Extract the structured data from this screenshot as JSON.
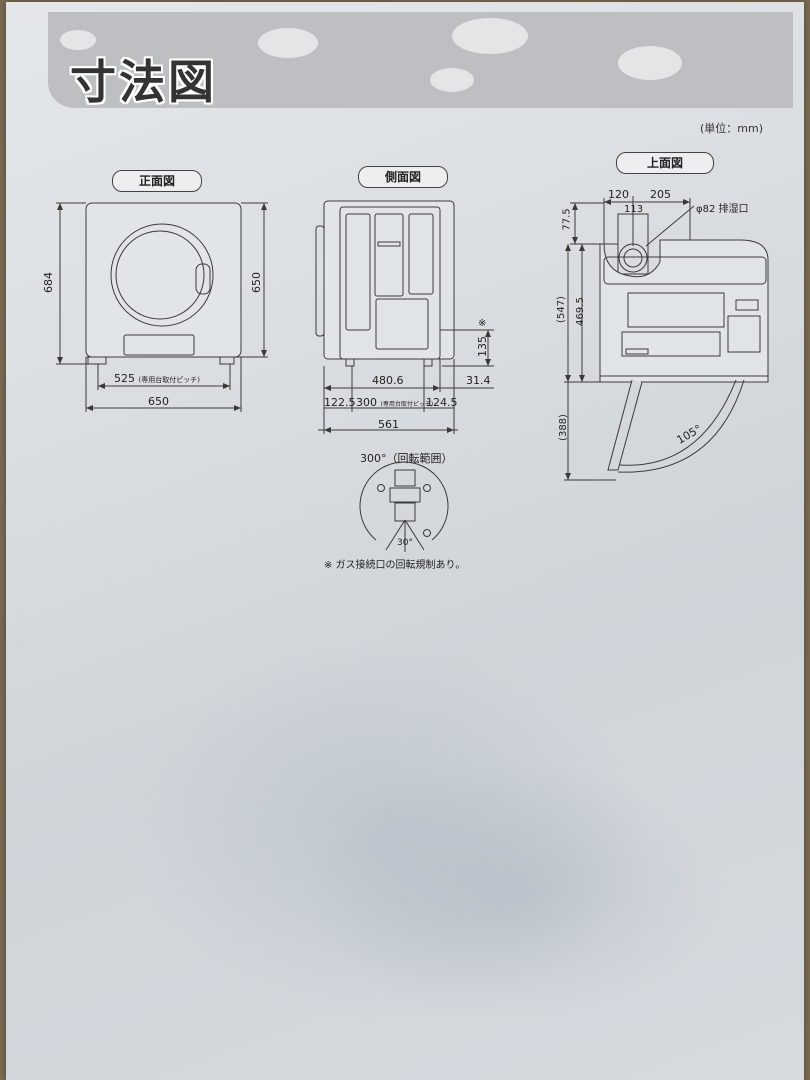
{
  "header": {
    "title": "寸法図",
    "unit_note": "(単位：mm)"
  },
  "views": {
    "front": {
      "label": "正面図",
      "dim_height_total": "684",
      "dim_height_body": "650",
      "dim_pitch": "525",
      "dim_pitch_note": "(専用台取付ピッチ)",
      "dim_width": "650"
    },
    "side": {
      "label": "側面図",
      "dim_480": "480.6",
      "dim_122": "122.5",
      "dim_300": "300",
      "dim_300_note": "(専用台取付ピッチ)",
      "dim_124": "124.5",
      "dim_561": "561",
      "dim_135": "135",
      "dim_31": "31.4",
      "asterisk": "※"
    },
    "top": {
      "label": "上面図",
      "dim_120": "120",
      "dim_205": "205",
      "dim_113": "113",
      "exhaust": "φ82 排湿口",
      "dim_77": "77.5",
      "dim_547": "(547)",
      "dim_469": "469.5",
      "dim_388": "(388)",
      "angle": "105°"
    },
    "rotation": {
      "label": "300°（回転範囲）",
      "inner": "30°",
      "note": "※ ガス接続口の回転規制あり。"
    }
  }
}
